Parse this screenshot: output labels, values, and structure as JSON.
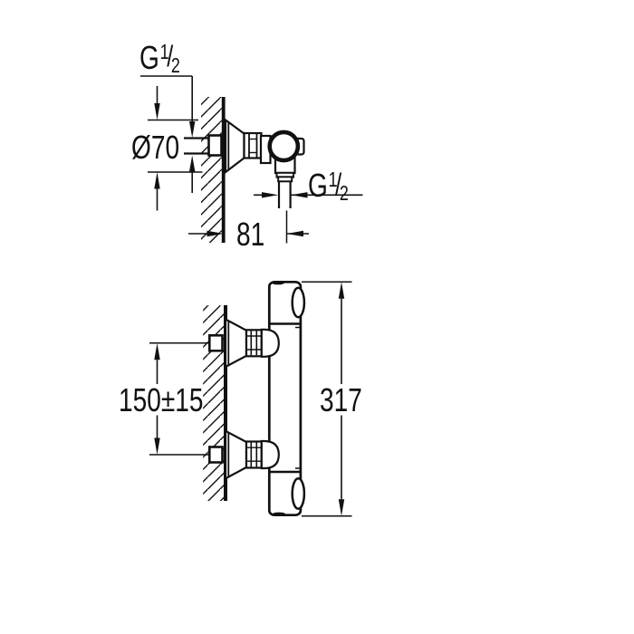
{
  "page": {
    "background_color": "#ffffff",
    "line_color": "#111111"
  },
  "labels": {
    "wall_thread": {
      "letter": "G",
      "numerator": "1",
      "slash": "/",
      "denominator": "2"
    },
    "escutcheon_diameter": {
      "text": "Ø70"
    },
    "wall_to_hose_distance": {
      "text": "81"
    },
    "hose_thread": {
      "letter": "G",
      "numerator": "1",
      "slash": "/",
      "denominator": "2"
    },
    "inlet_spacing": {
      "text": "150±15"
    },
    "overall_height": {
      "text": "317"
    }
  }
}
